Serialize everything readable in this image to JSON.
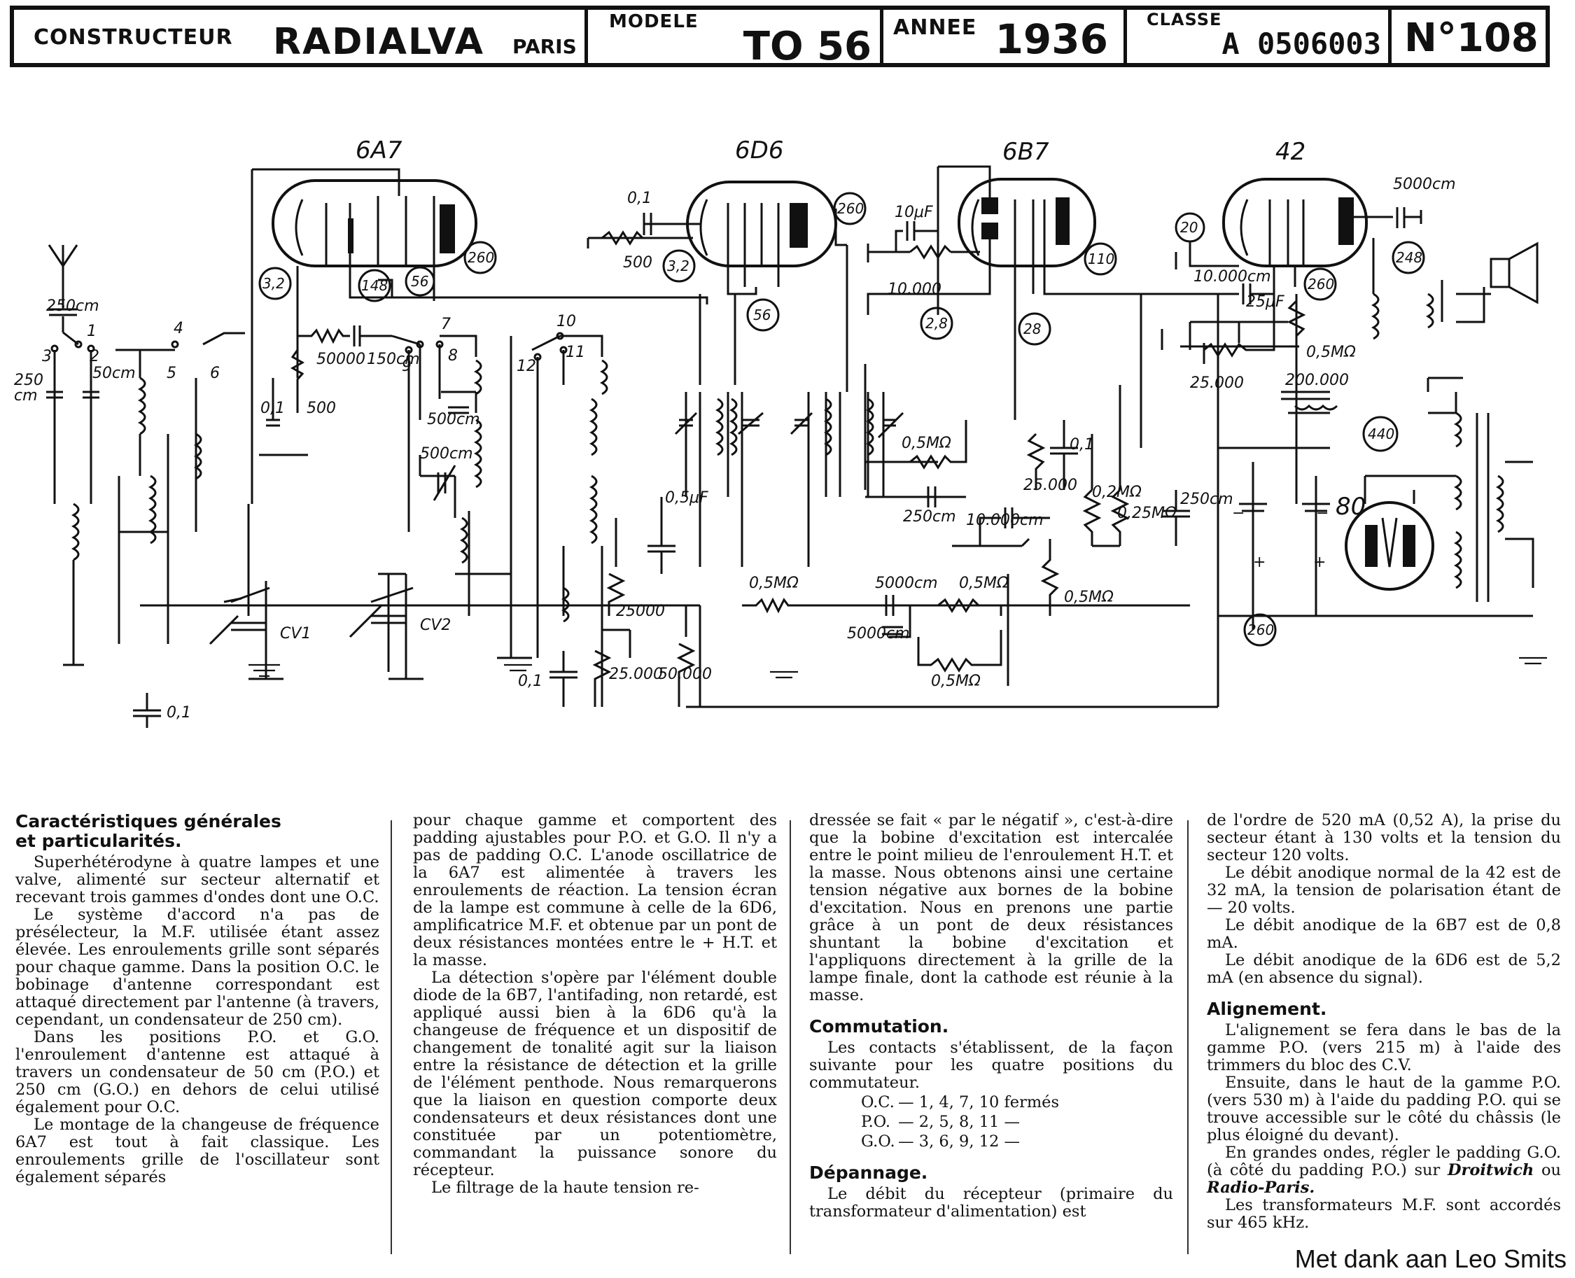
{
  "header": {
    "constructeur_label": "CONSTRUCTEUR",
    "constructeur": "RADIALVA",
    "city": "PARIS",
    "modele_label": "MODELE",
    "modele": "TO 56",
    "annee_label": "ANNEE",
    "annee": "1936",
    "classe_label": "CLASSE",
    "classe": "A 0506003",
    "numero": "N°108"
  },
  "schematic": {
    "tubes": [
      "6A7",
      "6D6",
      "6B7",
      "42",
      "80"
    ],
    "labels": {
      "c250cm": "250cm",
      "c250": "250",
      "cm": "cm",
      "c50cm": "50cm",
      "c01": "0,1",
      "r50000": "50000",
      "c150cm": "150cm",
      "r500": "500",
      "cv1": "CV1",
      "cv2": "CV2",
      "c500cm_a": "500cm",
      "c500cm_b": "500cm",
      "c05uf": "0,5μF",
      "r25000_a": "25000",
      "r25000_b": "25.000",
      "r50000_b": "50.000",
      "c01_b": "0,1",
      "r05m_a": "0,5MΩ",
      "r05m_b": "0,5MΩ",
      "c250cm_b": "250cm",
      "c10000cm_a": "10.000cm",
      "c5000cm_a": "5000cm",
      "c5000cm_b": "5000cm",
      "r05m_c": "0,5MΩ",
      "r05m_d": "0,5MΩ",
      "r05m_e": "0,5MΩ",
      "r25000_c": "25.000",
      "c01_c": "0,1",
      "r027m": "0,2MΩ",
      "r025m": "0,25MΩ",
      "c250cm_c": "250cm",
      "c10uf": "10μF",
      "r10000": "10.000",
      "c01_d": "0,1",
      "r500_b": "500",
      "c10000cm_b": "10.000cm",
      "c25uf": "25μF",
      "r05m_f": "0,5MΩ",
      "r25000_d": "25.000",
      "c5000cm_c": "5000cm",
      "r200000": "200.000",
      "sw1": "1",
      "sw2": "2",
      "sw3": "3",
      "sw4": "4",
      "sw5": "5",
      "sw6": "6",
      "sw7": "7",
      "sw8": "8",
      "sw9": "9",
      "sw10": "10",
      "sw11": "11",
      "sw12": "12",
      "plus": "+",
      "minus": "−"
    },
    "voltages": {
      "v32a": "3,2",
      "v148": "148",
      "v56a": "56",
      "v260a": "260",
      "v32b": "3,2",
      "v260b": "260",
      "v56b": "56",
      "v28a": "2,8",
      "v28b": "28",
      "v110": "110",
      "v20": "20",
      "v260c": "260",
      "v248": "248",
      "v440": "440",
      "v260d": "260"
    }
  },
  "text": {
    "c1_h": "Caractéristiques générales\net particularités.",
    "c1_p1": "Superhétérodyne à quatre lampes et une valve, alimenté sur secteur alternatif et recevant trois gammes d'ondes dont une O.C.",
    "c1_p2": "Le système d'accord n'a pas de présélecteur, la M.F. utilisée étant assez élevée. Les enroulements grille sont séparés pour chaque gamme. Dans la position O.C. le bobinage d'antenne correspondant est attaqué directement par l'antenne (à travers, cependant, un condensateur de 250 cm).",
    "c1_p3": "Dans les positions P.O. et G.O. l'enroulement d'antenne est attaqué à travers un condensateur de 50 cm (P.O.) et 250 cm (G.O.) en dehors de celui utilisé également pour O.C.",
    "c1_p4": "Le montage de la changeuse de fréquence 6A7 est tout à fait classique. Les enroulements grille de l'oscillateur sont également séparés",
    "c2_p1": "pour chaque gamme et comportent des padding ajustables pour P.O. et G.O. Il n'y a pas de padding O.C. L'anode oscillatrice de la 6A7 est alimentée à travers les enroulements de réaction. La tension écran de la lampe est commune à celle de la 6D6, amplificatrice M.F. et obtenue par un pont de deux résistances montées entre le + H.T. et la masse.",
    "c2_p2": "La détection s'opère par l'élément double diode de la 6B7, l'antifading, non retardé, est appliqué aussi bien à la 6D6 qu'à la changeuse de fréquence et un dispositif de changement de tonalité agit sur la liaison entre la résistance de détection et la grille de l'élément penthode. Nous remarquerons que la liaison en question comporte deux condensateurs et deux résistances dont une constituée par un potentiomètre, commandant la puissance sonore du récepteur.",
    "c2_p3": "Le filtrage de la haute tension re-",
    "c3_p1": "dressée se fait « par le négatif », c'est-à-dire que la bobine d'excitation est intercalée entre le point milieu de l'enroulement H.T. et la masse. Nous obtenons ainsi une certaine tension négative aux bornes de la bobine d'excitation. Nous en prenons une partie grâce à un pont de deux résistances shuntant la bobine d'excitation et l'appliquons directement à la grille de la lampe finale, dont la cathode est réunie à la masse.",
    "c3_h1": "Commutation.",
    "c3_p2": "Les contacts s'établissent, de la façon suivante pour les quatre positions du commutateur.",
    "sw_oc_k": "O.C.",
    "sw_oc_v": "— 1, 4, 7, 10 fermés",
    "sw_po_k": "P.O.",
    "sw_po_v": "— 2, 5, 8, 11   —",
    "sw_go_k": "G.O.",
    "sw_go_v": "— 3, 6, 9, 12   —",
    "c3_h2": "Dépannage.",
    "c3_p3": "Le débit du récepteur (primaire du transformateur d'alimentation) est",
    "c4_p1": "de l'ordre de 520 mA (0,52 A), la prise du secteur étant à 130 volts et la tension du secteur 120 volts.",
    "c4_p2": "Le débit anodique normal de la 42 est de 32 mA, la tension de polarisation étant de — 20 volts.",
    "c4_p3": "Le débit anodique de la 6B7 est de 0,8 mA.",
    "c4_p4": "Le débit anodique de la 6D6 est de 5,2 mA (en absence du signal).",
    "c4_h": "Alignement.",
    "c4_p5": "L'alignement se fera dans le bas de la gamme P.O. (vers 215 m) à l'aide des trimmers du bloc des C.V.",
    "c4_p6": "Ensuite, dans le haut de la gamme P.O. (vers 530 m) à l'aide du padding P.O. qui se trouve accessible sur le côté du châssis (le plus éloigné du devant).",
    "c4_p7a": "En grandes ondes, régler le padding G.O. (à côté du padding P.O.) sur ",
    "c4_p7b": "Droitwich",
    "c4_p7c": " ou ",
    "c4_p7d": "Radio-Paris.",
    "c4_p8": "Les transformateurs M.F. sont accordés sur 465 kHz."
  },
  "credit": "Met dank aan Leo Smits"
}
